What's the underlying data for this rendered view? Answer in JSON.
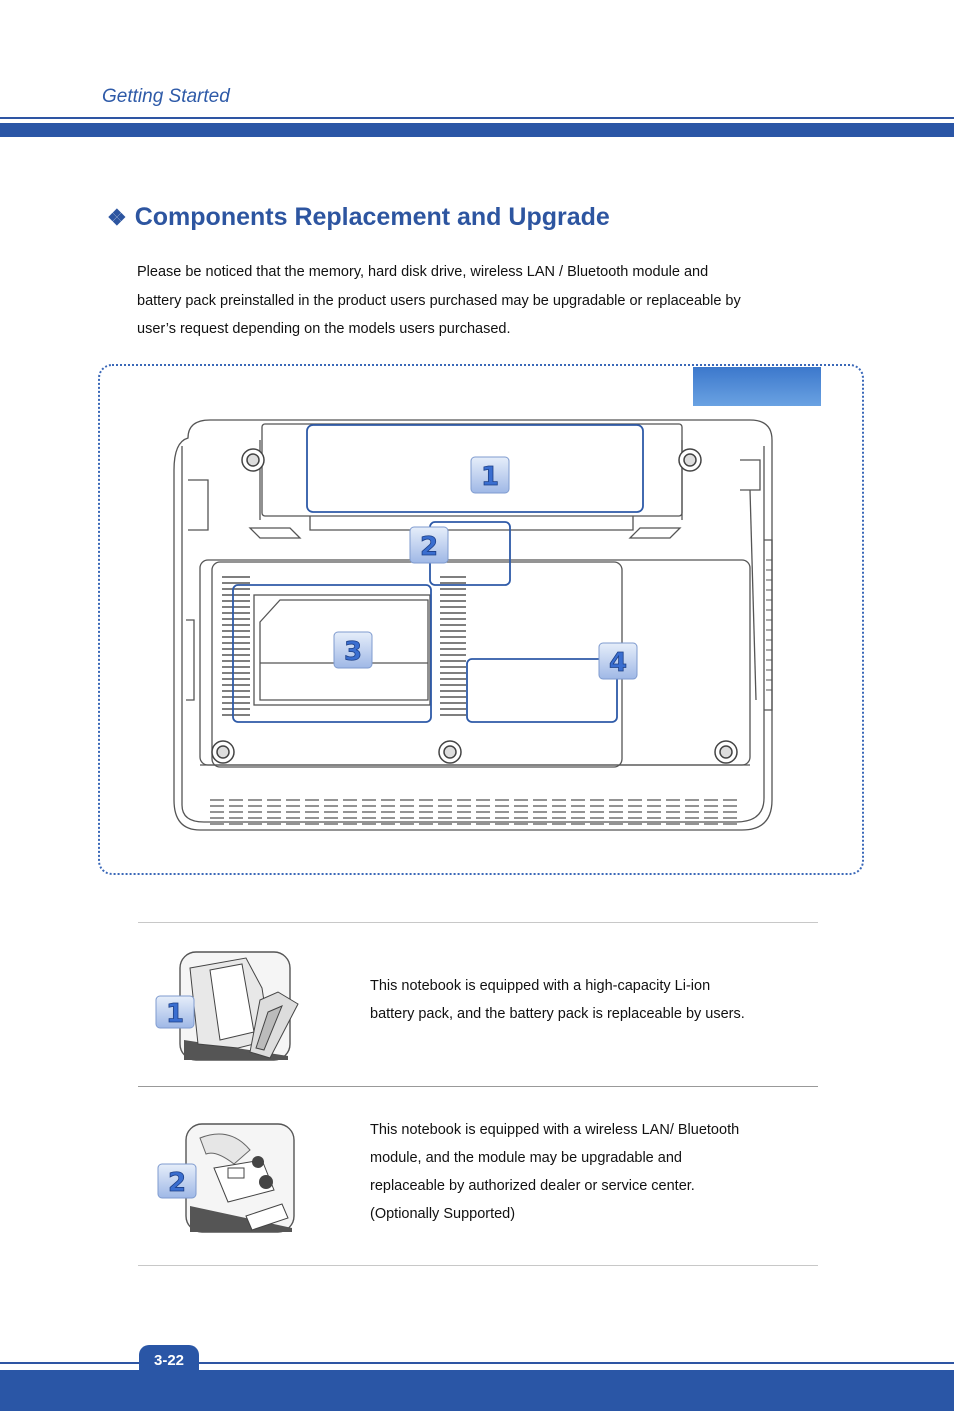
{
  "header": {
    "title": "Getting Started"
  },
  "section": {
    "bullet": "❖",
    "title": "Components Replacement and Upgrade",
    "intro_lines": [
      "Please be noticed that the memory, hard disk drive, wireless LAN / Bluetooth module and",
      "battery pack preinstalled in the product users purchased may be upgradable or replaceable by",
      "user’s request depending on the models users purchased."
    ]
  },
  "diagram": {
    "callouts": [
      "1",
      "2",
      "3",
      "4"
    ]
  },
  "items": [
    {
      "badge": "1",
      "lines": [
        "This notebook is equipped with a high-capacity Li-ion",
        "battery pack, and the battery pack is replaceable by users."
      ]
    },
    {
      "badge": "2",
      "lines": [
        "This notebook is equipped with a wireless LAN/ Bluetooth",
        "module, and the module may be upgradable and",
        "replaceable by authorized dealer or service center.",
        "(Optionally Supported)"
      ]
    }
  ],
  "footer": {
    "page": "3-22"
  },
  "colors": {
    "accent": "#2a56a6",
    "heading": "#2d55a0",
    "callout_frame": "#2e5aa8"
  }
}
